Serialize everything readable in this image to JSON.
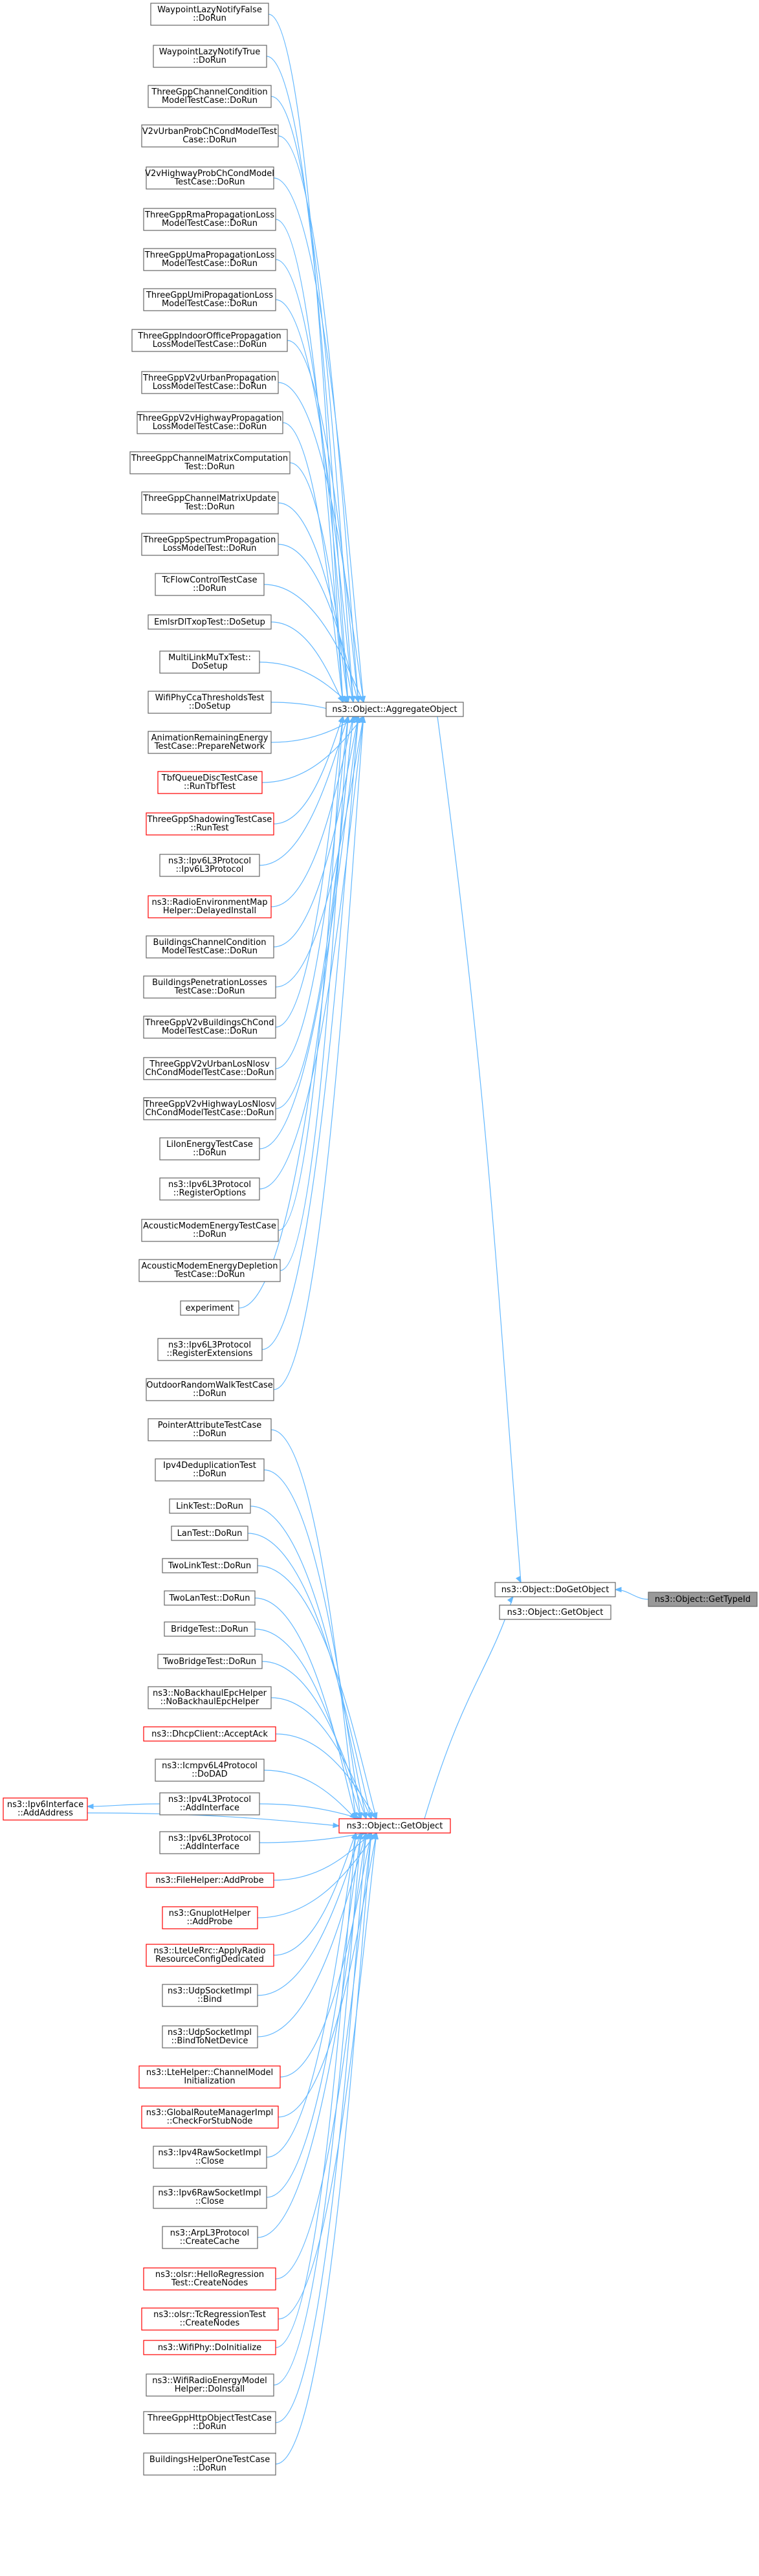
{
  "target": {
    "lines": [
      "ns3::Object::GetTypeId"
    ]
  },
  "level1": [
    {
      "id": "dogetobject",
      "lines": [
        "ns3::Object::DoGetObject"
      ]
    },
    {
      "id": "getobject_top",
      "lines": [
        "ns3::Object::GetObject"
      ]
    }
  ],
  "level2": [
    {
      "id": "aggregate",
      "lines": [
        "ns3::Object::AggregateObject"
      ]
    },
    {
      "id": "getobject",
      "lines": [
        "ns3::Object::GetObject"
      ],
      "red": true
    }
  ],
  "ipv6interface": {
    "lines": [
      "ns3::Ipv6Interface",
      "::AddAddress"
    ],
    "red": true
  },
  "callers": [
    {
      "lines": [
        "WaypointLazyNotifyFalse",
        "::DoRun"
      ],
      "target": "aggregate"
    },
    {
      "lines": [
        "WaypointLazyNotifyTrue",
        "::DoRun"
      ],
      "target": "aggregate"
    },
    {
      "lines": [
        "ThreeGppChannelCondition",
        "ModelTestCase::DoRun"
      ],
      "target": "aggregate"
    },
    {
      "lines": [
        "V2vUrbanProbChCondModelTest",
        "Case::DoRun"
      ],
      "target": "aggregate"
    },
    {
      "lines": [
        "V2vHighwayProbChCondModel",
        "TestCase::DoRun"
      ],
      "target": "aggregate"
    },
    {
      "lines": [
        "ThreeGppRmaPropagationLoss",
        "ModelTestCase::DoRun"
      ],
      "target": "aggregate"
    },
    {
      "lines": [
        "ThreeGppUmaPropagationLoss",
        "ModelTestCase::DoRun"
      ],
      "target": "aggregate"
    },
    {
      "lines": [
        "ThreeGppUmiPropagationLoss",
        "ModelTestCase::DoRun"
      ],
      "target": "aggregate"
    },
    {
      "lines": [
        "ThreeGppIndoorOfficePropagation",
        "LossModelTestCase::DoRun"
      ],
      "target": "aggregate"
    },
    {
      "lines": [
        "ThreeGppV2vUrbanPropagation",
        "LossModelTestCase::DoRun"
      ],
      "target": "aggregate"
    },
    {
      "lines": [
        "ThreeGppV2vHighwayPropagation",
        "LossModelTestCase::DoRun"
      ],
      "target": "aggregate"
    },
    {
      "lines": [
        "ThreeGppChannelMatrixComputation",
        "Test::DoRun"
      ],
      "target": "aggregate"
    },
    {
      "lines": [
        "ThreeGppChannelMatrixUpdate",
        "Test::DoRun"
      ],
      "target": "aggregate"
    },
    {
      "lines": [
        "ThreeGppSpectrumPropagation",
        "LossModelTest::DoRun"
      ],
      "target": "aggregate"
    },
    {
      "lines": [
        "TcFlowControlTestCase",
        "::DoRun"
      ],
      "target": "aggregate"
    },
    {
      "lines": [
        "EmlsrDlTxopTest::DoSetup"
      ],
      "target": "aggregate"
    },
    {
      "lines": [
        "MultiLinkMuTxTest::",
        "DoSetup"
      ],
      "target": "aggregate"
    },
    {
      "lines": [
        "WifiPhyCcaThresholdsTest",
        "::DoSetup"
      ],
      "target": "aggregate"
    },
    {
      "lines": [
        "AnimationRemainingEnergy",
        "TestCase::PrepareNetwork"
      ],
      "target": "aggregate"
    },
    {
      "lines": [
        "TbfQueueDiscTestCase",
        "::RunTbfTest"
      ],
      "target": "aggregate",
      "red": true
    },
    {
      "lines": [
        "ThreeGppShadowingTestCase",
        "::RunTest"
      ],
      "target": "aggregate",
      "red": true
    },
    {
      "lines": [
        "ns3::Ipv6L3Protocol",
        "::Ipv6L3Protocol"
      ],
      "target": "aggregate"
    },
    {
      "lines": [
        "ns3::RadioEnvironmentMap",
        "Helper::DelayedInstall"
      ],
      "target": "aggregate",
      "red": true
    },
    {
      "lines": [
        "BuildingsChannelCondition",
        "ModelTestCase::DoRun"
      ],
      "target": "aggregate"
    },
    {
      "lines": [
        "BuildingsPenetrationLosses",
        "TestCase::DoRun"
      ],
      "target": "aggregate"
    },
    {
      "lines": [
        "ThreeGppV2vBuildingsChCond",
        "ModelTestCase::DoRun"
      ],
      "target": "aggregate"
    },
    {
      "lines": [
        "ThreeGppV2vUrbanLosNlosv",
        "ChCondModelTestCase::DoRun"
      ],
      "target": "aggregate"
    },
    {
      "lines": [
        "ThreeGppV2vHighwayLosNlosv",
        "ChCondModelTestCase::DoRun"
      ],
      "target": "aggregate"
    },
    {
      "lines": [
        "LiIonEnergyTestCase",
        "::DoRun"
      ],
      "target": "aggregate"
    },
    {
      "lines": [
        "ns3::Ipv6L3Protocol",
        "::RegisterOptions"
      ],
      "target": "aggregate"
    },
    {
      "lines": [
        "AcousticModemEnergyTestCase",
        "::DoRun"
      ],
      "target": "aggregate"
    },
    {
      "lines": [
        "AcousticModemEnergyDepletion",
        "TestCase::DoRun"
      ],
      "target": "aggregate"
    },
    {
      "lines": [
        "experiment"
      ],
      "target": "aggregate"
    },
    {
      "lines": [
        "ns3::Ipv6L3Protocol",
        "::RegisterExtensions"
      ],
      "target": "aggregate"
    },
    {
      "lines": [
        "OutdoorRandomWalkTestCase",
        "::DoRun"
      ],
      "target": "aggregate"
    },
    {
      "lines": [
        "PointerAttributeTestCase",
        "::DoRun"
      ],
      "target": "getobject"
    },
    {
      "lines": [
        "Ipv4DeduplicationTest",
        "::DoRun"
      ],
      "target": "getobject"
    },
    {
      "lines": [
        "LinkTest::DoRun"
      ],
      "target": "getobject"
    },
    {
      "lines": [
        "LanTest::DoRun"
      ],
      "target": "getobject"
    },
    {
      "lines": [
        "TwoLinkTest::DoRun"
      ],
      "target": "getobject"
    },
    {
      "lines": [
        "TwoLanTest::DoRun"
      ],
      "target": "getobject"
    },
    {
      "lines": [
        "BridgeTest::DoRun"
      ],
      "target": "getobject"
    },
    {
      "lines": [
        "TwoBridgeTest::DoRun"
      ],
      "target": "getobject"
    },
    {
      "lines": [
        "ns3::NoBackhaulEpcHelper",
        "::NoBackhaulEpcHelper"
      ],
      "target": "getobject"
    },
    {
      "lines": [
        "ns3::DhcpClient::AcceptAck"
      ],
      "target": "getobject",
      "red": true
    },
    {
      "lines": [
        "ns3::Icmpv6L4Protocol",
        "::DoDAD"
      ],
      "target": "getobject"
    },
    {
      "lines": [
        "ns3::Ipv4L3Protocol",
        "::AddInterface"
      ],
      "target": "getobject"
    },
    {
      "lines": [
        "ns3::Ipv6L3Protocol",
        "::AddInterface"
      ],
      "target": "getobject"
    },
    {
      "lines": [
        "ns3::FileHelper::AddProbe"
      ],
      "target": "getobject",
      "red": true
    },
    {
      "lines": [
        "ns3::GnuplotHelper",
        "::AddProbe"
      ],
      "target": "getobject",
      "red": true
    },
    {
      "lines": [
        "ns3::LteUeRrc::ApplyRadio",
        "ResourceConfigDedicated"
      ],
      "target": "getobject",
      "red": true
    },
    {
      "lines": [
        "ns3::UdpSocketImpl",
        "::Bind"
      ],
      "target": "getobject"
    },
    {
      "lines": [
        "ns3::UdpSocketImpl",
        "::BindToNetDevice"
      ],
      "target": "getobject"
    },
    {
      "lines": [
        "ns3::LteHelper::ChannelModel",
        "Initialization"
      ],
      "target": "getobject",
      "red": true
    },
    {
      "lines": [
        "ns3::GlobalRouteManagerImpl",
        "::CheckForStubNode"
      ],
      "target": "getobject",
      "red": true
    },
    {
      "lines": [
        "ns3::Ipv4RawSocketImpl",
        "::Close"
      ],
      "target": "getobject"
    },
    {
      "lines": [
        "ns3::Ipv6RawSocketImpl",
        "::Close"
      ],
      "target": "getobject"
    },
    {
      "lines": [
        "ns3::ArpL3Protocol",
        "::CreateCache"
      ],
      "target": "getobject"
    },
    {
      "lines": [
        "ns3::olsr::HelloRegression",
        "Test::CreateNodes"
      ],
      "target": "getobject",
      "red": true
    },
    {
      "lines": [
        "ns3::olsr::TcRegressionTest",
        "::CreateNodes"
      ],
      "target": "getobject",
      "red": true
    },
    {
      "lines": [
        "ns3::WifiPhy::DoInitialize"
      ],
      "target": "getobject",
      "red": true
    },
    {
      "lines": [
        "ns3::WifiRadioEnergyModel",
        "Helper::DoInstall"
      ],
      "target": "getobject"
    },
    {
      "lines": [
        "ThreeGppHttpObjectTestCase",
        "::DoRun"
      ],
      "target": "getobject"
    },
    {
      "lines": [
        "BuildingsHelperOneTestCase",
        "::DoRun"
      ],
      "target": "getobject"
    }
  ],
  "colors": {
    "edge": "#63b8ff",
    "border": "#666666",
    "red_border": "#ff0000",
    "target_fill": "#999999"
  }
}
